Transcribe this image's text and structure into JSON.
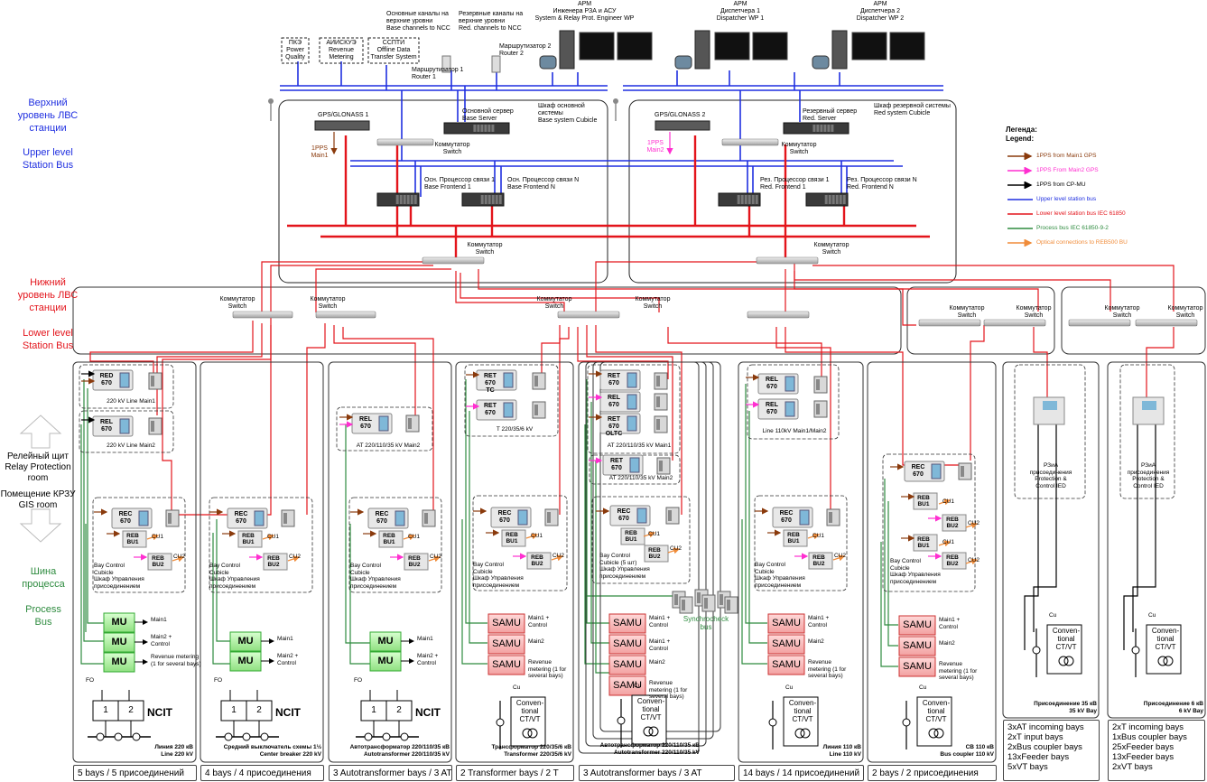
{
  "colors": {
    "upper_bus": "#1f2fe0",
    "lower_bus": "#e3141b",
    "process_bus": "#2e8b3f",
    "gps1": "#8a3a0c",
    "gps2": "#ff2fd0",
    "cpmu": "#000000",
    "optical": "#f08c3a"
  },
  "sides": {
    "upper_ru": "Верхний\nуровень ЛВС\nстанции",
    "upper_en": "Upper level\nStation Bus",
    "lower_ru": "Нижний\nуровень ЛВС\nстанции",
    "lower_en": "Lower level\nStation Bus",
    "relay_room": "Релейный щит\nRelay Protection\nroom",
    "gis_room": "Помещение КРЗУ\nGIS room",
    "process_ru": "Шина\nпроцесса",
    "process_en": "Process\nBus"
  },
  "top": {
    "pq": "ПКЭ\nPower\nQuality",
    "rm": "АИИСКУЭ\nRevenue\nMetering",
    "odt": "ССПТИ\nOffline Data\nTransfer System",
    "base_channels": "Основные каналы на\nверхние уровни\nBase channels to NCC",
    "red_channels": "Резервные каналы на\nверхние уровни\nRed. channels to NCC",
    "router1": "Маршрутизатор 1\nRouter 1",
    "router2": "Маршрутизатор 2\nRouter 2",
    "arm_eng": "АРМ\nИнженера РЗА и АСУ\nSystem & Relay Prot. Engineer WP",
    "arm_d1": "АРМ\nДиспетчера 1\nDispatcher WP 1",
    "arm_d2": "АРМ\nДиспетчера 2\nDispatcher WP 2",
    "gps1": "GPS/GLONASS 1",
    "gps2": "GPS/GLONASS 2",
    "base_server": "Основной сервер\nBase Server",
    "red_server": "Резервный сервер\nRed. Server",
    "base_cubicle": "Шкаф основной системы\nBase system Cubicle",
    "red_cubicle": "Шкаф резервной системы\nRed system Cubicle",
    "pps1": "1PPS\nMain1",
    "pps2": "1PPS\nMain2",
    "switch": "Коммутатор\nSwitch",
    "base_fe1": "Осн. Процессор связи 1\nBase Frontend 1",
    "base_fen": "Осн. Процессор связи N\nBase Frontend N",
    "red_fe1": "Рез. Процессор связи 1\nRed. Frontend 1",
    "red_fen": "Рез. Процессор связи N\nRed. Frontend N"
  },
  "legend": {
    "title": "Легенда:\nLegend:",
    "items": [
      {
        "label": "1PPS from Main1 GPS"
      },
      {
        "label": "1PPS From Main2 GPS"
      },
      {
        "label": "1PPS from CP-MU"
      },
      {
        "label": "Upper level station bus"
      },
      {
        "label": "Lower level station bus IEC 61850"
      },
      {
        "label": "Process bus IEC 61850-9-2"
      },
      {
        "label": "Optical connections to REB500 BU"
      }
    ]
  },
  "ied": {
    "red670": "RED\n670",
    "rel670": "REL\n670",
    "rec670": "REC\n670",
    "ret670": "RET\n670",
    "ret670tc": "RET\n670\nTC",
    "ret670oltc": "RET\n670\nOLTC",
    "reb_bu1": "REB\nBU1",
    "reb_bu2": "REB\nBU2",
    "cu1": "CU1",
    "cu2": "CU2",
    "mu": "MU",
    "samu": "SAMU",
    "ncit": "NCIT",
    "main1": "Main1",
    "main2": "Main2",
    "main1_ctrl": "Main1 +\nControl",
    "main2_ctrl": "Main2 +\nControl",
    "revenue": "Revenue metering\n(1 for several bays)",
    "revenue_wrap": "Revenue\nmetering (1 for\nseveral bays)",
    "bay_control": "Bay Control\nCubicle\nШкаф Управления\nприсоединением",
    "bay_control5": "Bay Control\nCubicle  (5 шт)\nШкаф Управления\nприсоединением",
    "conv": "Conven-\ntional\nCT/VT",
    "cu": "Cu",
    "fo": "FO",
    "one": "1",
    "two": "2",
    "synchrocheck": "Synchrocheck\nbus",
    "rzia": "РЗиА\nприсоединения\nProtection &\nControl IED"
  },
  "groups": {
    "line_main1": "220 kV Line Main1",
    "line_main2": "220 kV Line Main2",
    "at_main2": "AT 220/110/35 kV Main2",
    "t_220": "T 220/35/6 kV",
    "at_main1": "AT 220/110/35 kV Main1",
    "at_main2b": "AT 220/110/35 kV Main2",
    "line110": "Line 110kV Main1/Main2"
  },
  "bay_titles": [
    "Линия 220 кВ\nLine 220 kV",
    "Средний выключатель схемы 1½\nCenter breaker 220 kV",
    "Автотрансформатор 220/110/35 кВ\nAutotransformer 220/110/35 kV",
    "Трансформатор 220/35/6 кВ\nTransformer 220/35/6 kV",
    "Автотрансформатор 220/110/35 кВ\nAutotransformer 220/110/35 kV",
    "Линия 110 кВ\nLine 110 kV",
    "СВ 110 кВ\nBus coupler 110 kV",
    "Присоединение 35 кВ\n35 kV Bay",
    "Присоединение 6 кВ\n6 kV Bay"
  ],
  "bottom": [
    "5 bays / 5 присоединений",
    "4 bays / 4 присоединения",
    "3 Autotransformer bays / 3 AT",
    "2 Transformer bays / 2 T",
    "3 Autotransformer bays / 3 AT",
    "14 bays / 14 присоединений",
    "2 bays / 2 присоединения"
  ],
  "summary35": "3xAT incoming  bays\n2xT input bays\n2xBus coupler bays\n13xFeeder bays\n5xVT bays",
  "summary6": "2xT incoming bays\n1xBus coupler bays\n25xFeeder bays\n13xFeeder bays\n2xVT bays"
}
